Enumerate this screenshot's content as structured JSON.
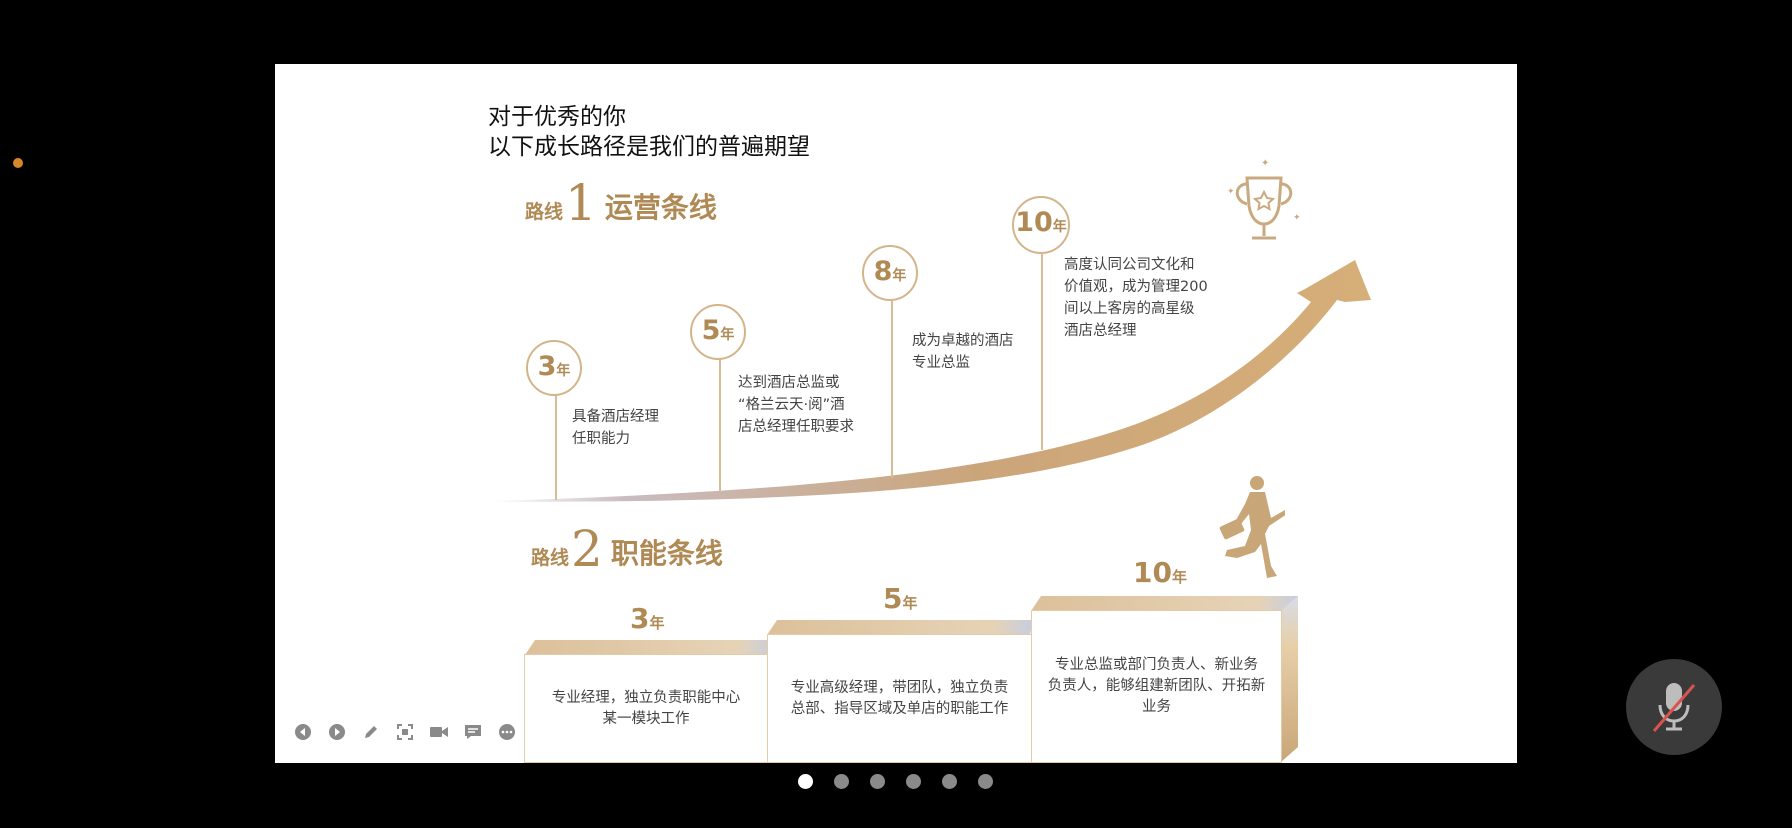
{
  "slide": {
    "title_line1": "对于优秀的你",
    "title_line2": "以下成长路径是我们的普遍期望",
    "route1": {
      "prefix": "路线",
      "number": "1",
      "name": "运营条线"
    },
    "route2": {
      "prefix": "路线",
      "number": "2",
      "name": "职能条线"
    },
    "year_unit": "年",
    "milestones": [
      {
        "years": "3",
        "lines": [
          "具备酒店经理",
          "任职能力"
        ]
      },
      {
        "years": "5",
        "lines": [
          "达到酒店总监或",
          "“格兰云天·阅”酒",
          "店总经理任职要求"
        ]
      },
      {
        "years": "8",
        "lines": [
          "成为卓越的酒店",
          "专业总监"
        ]
      },
      {
        "years": "10",
        "lines": [
          "高度认同公司文化和",
          "价值观，成为管理200",
          "间以上客房的高星级",
          "酒店总经理"
        ]
      }
    ],
    "steps": [
      {
        "years": "3",
        "lines": [
          "专业经理，独立负责职能中心",
          "某一模块工作"
        ]
      },
      {
        "years": "5",
        "lines": [
          "专业高级经理，带团队，独立负责",
          "总部、指导区域及单店的职能工作"
        ]
      },
      {
        "years": "10",
        "lines": [
          "专业总监或部门负责人、新业务",
          "负责人，能够组建新团队、开拓新",
          "业务"
        ]
      }
    ],
    "colors": {
      "gold": "#b08a55",
      "gold_light": "#d4b48a",
      "circle_border": "#d4b48a"
    }
  },
  "toolbar": {
    "icons": [
      "prev-icon",
      "next-icon",
      "pen-icon",
      "screenshot-icon",
      "camera-icon",
      "chat-icon",
      "more-icon"
    ]
  },
  "pagination": {
    "count": 6,
    "active": 0
  },
  "mic": {
    "state": "muted",
    "icon": "mic-muted-icon"
  }
}
